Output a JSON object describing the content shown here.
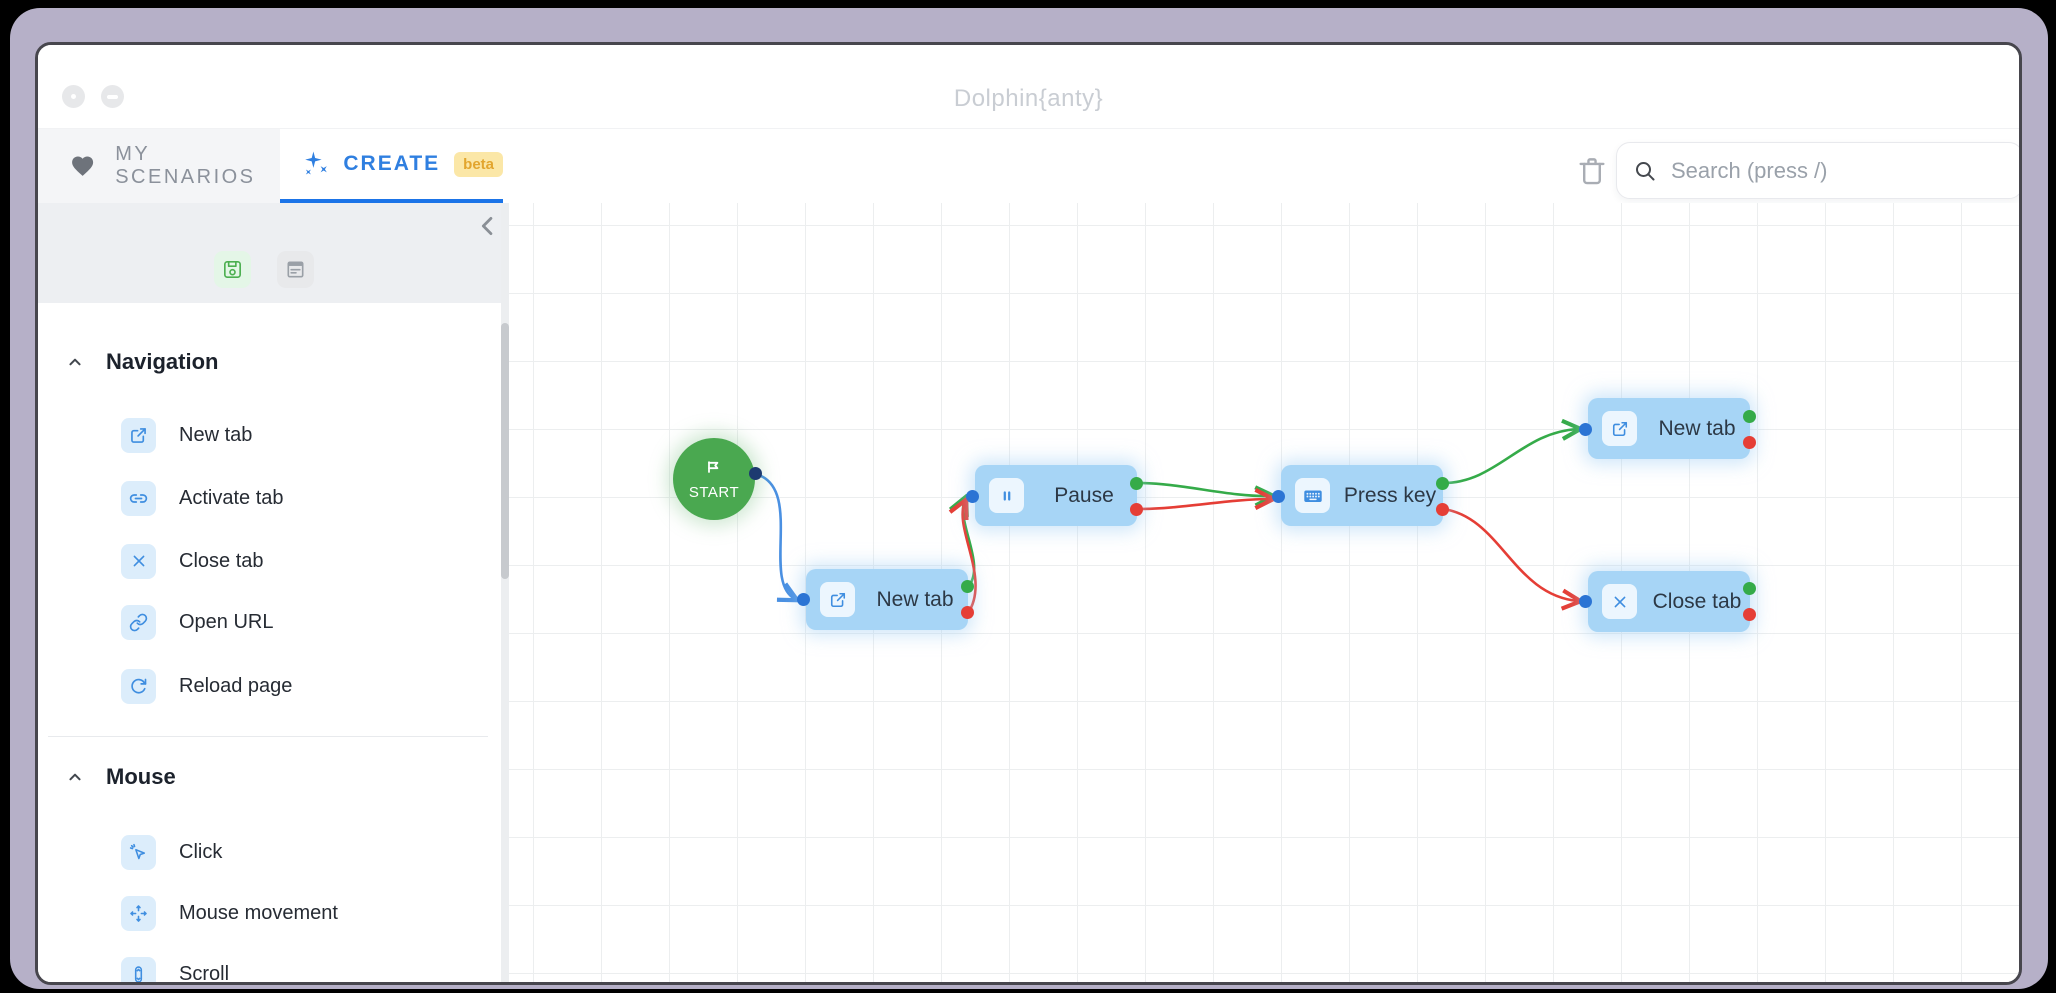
{
  "window": {
    "title": "Dolphin{anty}"
  },
  "header": {
    "tabs": [
      {
        "label": "MY SCENARIOS",
        "active": false
      },
      {
        "label": "CREATE",
        "badge": "beta",
        "active": true
      }
    ],
    "search_placeholder": "Search (press /)"
  },
  "sidebar": {
    "sections": [
      {
        "title": "Navigation",
        "items": [
          "New tab",
          "Activate tab",
          "Close tab",
          "Open URL",
          "Reload page"
        ]
      },
      {
        "title": "Mouse",
        "items": [
          "Click",
          "Mouse movement",
          "Scroll"
        ]
      }
    ]
  },
  "canvas": {
    "nodes": [
      {
        "label": "START",
        "type": "start"
      },
      {
        "label": "New tab",
        "type": "action",
        "icon": "new-tab-icon"
      },
      {
        "label": "Pause",
        "type": "action",
        "icon": "pause-icon"
      },
      {
        "label": "Press key",
        "type": "action",
        "icon": "keyboard-icon"
      },
      {
        "label": "New tab",
        "type": "action",
        "icon": "new-tab-icon"
      },
      {
        "label": "Close tab",
        "type": "action",
        "icon": "close-icon"
      }
    ],
    "edges": [
      {
        "from": "START",
        "to": "New tab #1",
        "type": "flow"
      },
      {
        "from": "New tab #1",
        "to": "Pause",
        "type": "success"
      },
      {
        "from": "New tab #1",
        "to": "Pause",
        "type": "error"
      },
      {
        "from": "Pause",
        "to": "Press key",
        "type": "success"
      },
      {
        "from": "Pause",
        "to": "Press key",
        "type": "error"
      },
      {
        "from": "Press key",
        "to": "New tab #2",
        "type": "success"
      },
      {
        "from": "Press key",
        "to": "Close tab",
        "type": "error"
      }
    ]
  },
  "colors": {
    "accent_blue": "#2f7fe0",
    "node_fill": "#a7d5f6",
    "edge_blue": "#4a90e2",
    "success_green": "#35ab49",
    "error_red": "#e53e36",
    "start_green": "#4aa850",
    "beta_bg": "#fbe7a7",
    "beta_text": "#e2a52e"
  }
}
